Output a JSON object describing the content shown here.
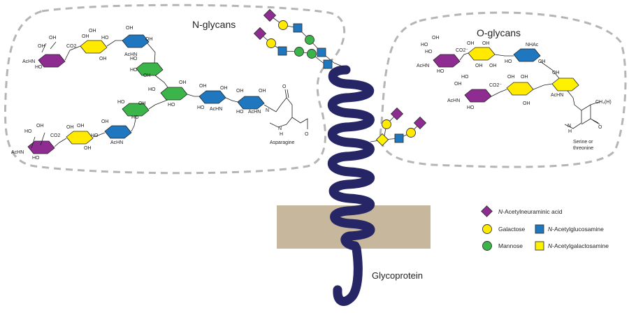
{
  "colors": {
    "neuraminic": "#8e2c91",
    "galactose": "#ffea00",
    "mannose": "#3bb44a",
    "glucosamine": "#1f77c0",
    "galactosamine": "#fff200",
    "protein": "#262566",
    "membrane": "#c7b79c",
    "dash": "#b5b5b5"
  },
  "titles": {
    "n_glycans": "N-glycans",
    "o_glycans": "O-glycans",
    "glycoprotein": "Glycoprotein"
  },
  "labels": {
    "asparagine": "Asparagine",
    "serine_line1": "Serine or",
    "serine_line2": "threonine",
    "ch3h": "CH₃(H)",
    "nh": "N",
    "h": "H",
    "o": "O"
  },
  "chem": {
    "oh": "OH",
    "ho": "HO",
    "achn": "AcHN",
    "nhac": "NHAc",
    "co2": "CO2",
    "co2neg": "CO2⁻"
  },
  "legend": [
    {
      "id": "neuraminic",
      "shape": "diamond",
      "prefix": "N",
      "label": "-Acetylneuraminic acid"
    },
    {
      "id": "galactose",
      "shape": "circle",
      "prefix": "",
      "label": "Galactose"
    },
    {
      "id": "glucosamine",
      "shape": "square",
      "prefix": "N",
      "label": "-Acetylglucosamine"
    },
    {
      "id": "mannose",
      "shape": "circle",
      "prefix": "",
      "label": "Mannose"
    },
    {
      "id": "galactosamine",
      "shape": "square",
      "prefix": "N",
      "label": "-Acetylgalactosamine"
    }
  ]
}
